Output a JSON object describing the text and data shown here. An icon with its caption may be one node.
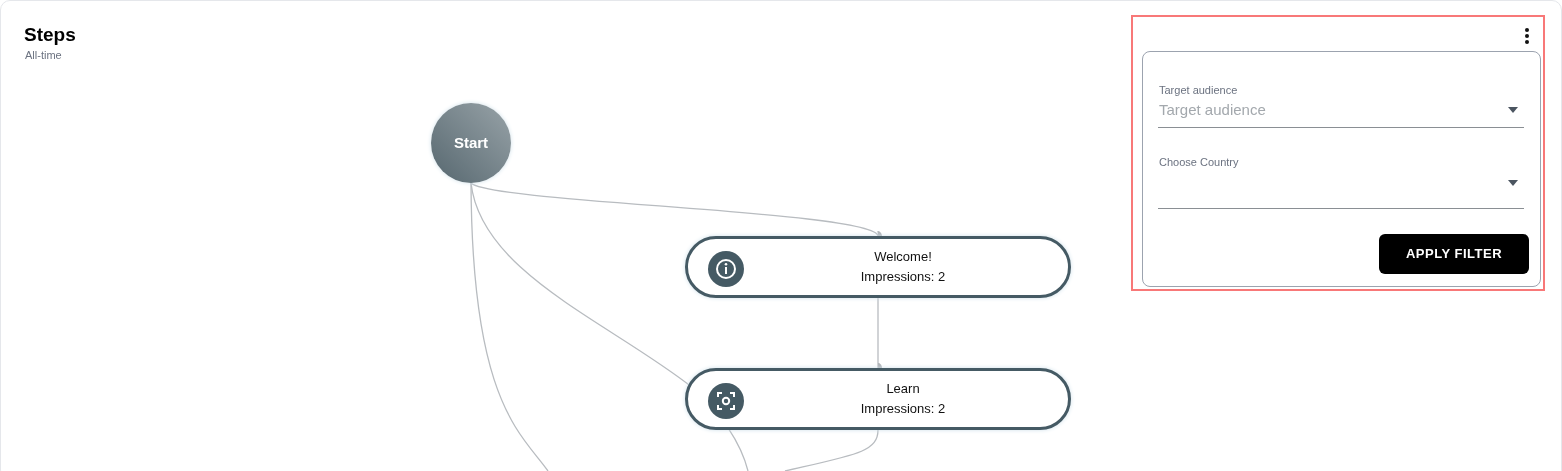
{
  "diagram": {
    "title": "Steps",
    "nodes": [
      {
        "text": [
          "Start"
        ]
      },
      {
        "text": [
          "Welcome!",
          "Impressions: 2"
        ]
      },
      {
        "text": [
          "Learn",
          "Impressions: 2"
        ]
      }
    ],
    "edges": [
      {
        "from": 0,
        "to": 1,
        "arrow": "other"
      },
      {
        "from": 1,
        "to": 2,
        "arrow": "other"
      },
      {
        "from": 0,
        "to": null,
        "arrow": "none"
      },
      {
        "from": 0,
        "to": null,
        "arrow": "none"
      },
      {
        "from": 2,
        "to": null,
        "arrow": "none"
      }
    ],
    "labels": [
      "All-time",
      "Target audience",
      "Target audience",
      "Choose Country",
      "APPLY FILTER"
    ]
  }
}
